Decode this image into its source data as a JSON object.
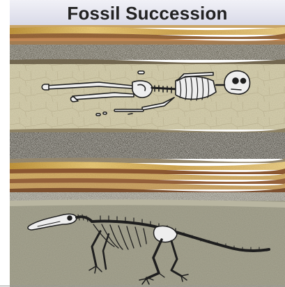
{
  "title": "Fossil Succession",
  "colors": {
    "title_text": "#222222",
    "sky": "#e6e6f0",
    "gold_band": "#d9b25a",
    "brown_band": "#8c5a34",
    "dark_gravel": "#4d4a40",
    "sandstone": "#dcd6b5",
    "fossil_bone": "#eeeeee",
    "fossil_outline": "#1e1e1e"
  },
  "layers": [
    {
      "name": "upper-sediment-bands"
    },
    {
      "name": "human-fossil-layer",
      "fossil": "human-skeleton"
    },
    {
      "name": "gravel-layer"
    },
    {
      "name": "middle-sediment-bands"
    },
    {
      "name": "reptile-fossil-layer",
      "fossil": "reptile-skeleton"
    }
  ]
}
